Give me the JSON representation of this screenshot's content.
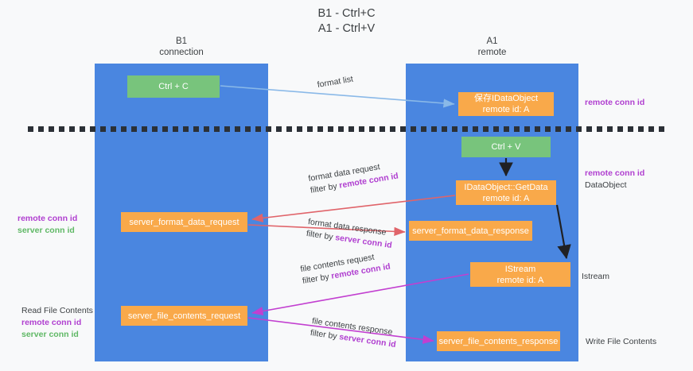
{
  "title": {
    "line1": "B1 - Ctrl+C",
    "line2": "A1 - Ctrl+V"
  },
  "lanes": [
    {
      "id": "b1",
      "name": "B1",
      "subtitle": "connection",
      "color": "#4a86e0"
    },
    {
      "id": "a1",
      "name": "A1",
      "subtitle": "remote",
      "color": "#4a86e0"
    }
  ],
  "nodes": {
    "ctrl_c": {
      "line1": "Ctrl + C",
      "line2": "",
      "color": "#78c47c"
    },
    "ctrl_v": {
      "line1": "Ctrl + V",
      "line2": "",
      "color": "#78c47c"
    },
    "save_dataobject": {
      "line1": "保存IDataObject",
      "line2": "remote id: A",
      "color": "#f9a94a"
    },
    "get_data": {
      "line1": "IDataObject::GetData",
      "line2": "remote id: A",
      "color": "#f9a94a"
    },
    "istream": {
      "line1": "IStream",
      "line2": "remote id: A",
      "color": "#f9a94a"
    },
    "format_data_request": {
      "line1": "server_format_data_request",
      "line2": "",
      "color": "#f9a94a"
    },
    "format_data_response": {
      "line1": "server_format_data_response",
      "line2": "",
      "color": "#f9a94a"
    },
    "file_contents_request": {
      "line1": "server_file_contents_request",
      "line2": "",
      "color": "#f9a94a"
    },
    "file_contents_response": {
      "line1": "server_file_contents_response",
      "line2": "",
      "color": "#f9a94a"
    }
  },
  "edge_labels": {
    "format_list": {
      "line1": "format list",
      "filter_prefix": "",
      "filter_value": ""
    },
    "fd_request": {
      "line1": "format data request",
      "filter_prefix": "filter by ",
      "filter_value": "remote conn id"
    },
    "fd_response": {
      "line1": "format data response",
      "filter_prefix": "filter by ",
      "filter_value": "server conn id"
    },
    "fc_request": {
      "line1": "file contents request",
      "filter_prefix": "filter by ",
      "filter_value": "remote conn id"
    },
    "fc_response": {
      "line1": "file contents response",
      "filter_prefix": "filter by ",
      "filter_value": "server conn id"
    }
  },
  "annotations": {
    "right_top": {
      "purple": "remote conn id",
      "plain": ""
    },
    "right_dataobject": {
      "purple": "remote conn id",
      "plain": "DataObject"
    },
    "right_istream": {
      "purple": "",
      "plain": "Istream"
    },
    "right_write": {
      "purple": "",
      "plain": "Write File Contents"
    },
    "left_conn": {
      "plain": "",
      "purple": "remote conn id",
      "green": "server conn id"
    },
    "left_read": {
      "plain": "Read File Contents",
      "purple": "remote conn id",
      "green": "server conn id"
    }
  },
  "colors": {
    "lane": "#4a86e0",
    "node_orange": "#f9a94a",
    "node_green": "#78c47c",
    "arrow_light_blue": "#8ab9e8",
    "arrow_red": "#e0646a",
    "arrow_magenta": "#c23fd0",
    "arrow_black": "#202124",
    "purple_text": "#b03fd0",
    "green_text": "#5fb865",
    "background": "#f8f9fa",
    "divider": "#2b3036"
  }
}
